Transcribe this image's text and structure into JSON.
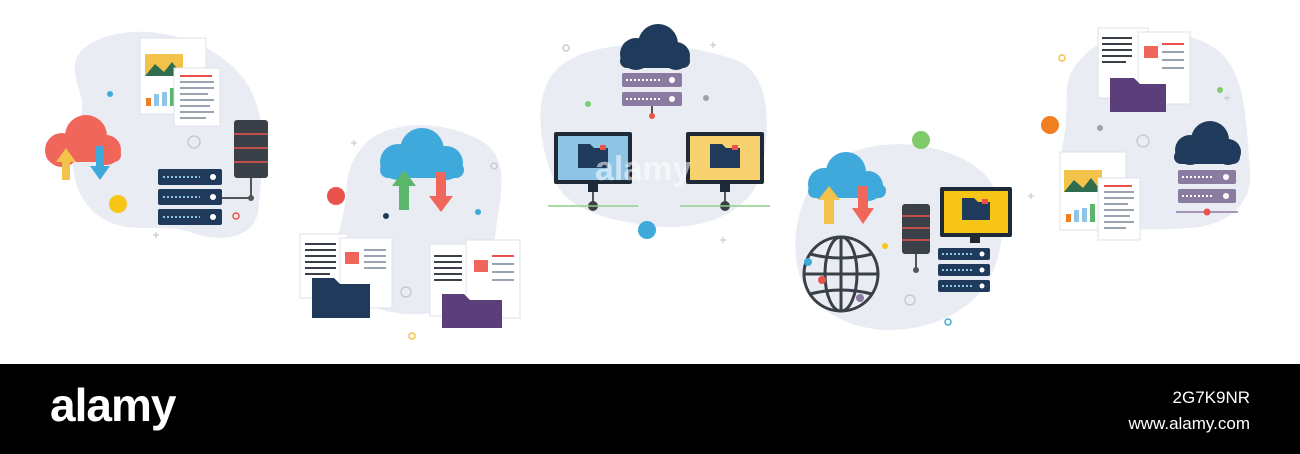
{
  "watermark": {
    "center_text": "alamy"
  },
  "footer": {
    "logo": "alamy",
    "image_id": "2G7K9NR",
    "site": "www.alamy.com"
  },
  "colors": {
    "blob": "#e9ecf3",
    "navy": "#1f3a5a",
    "cloud_red": "#f0665a",
    "cloud_blue": "#3fa9dc",
    "server_purple": "#8a7ba0",
    "folder_purple": "#5b3f7a",
    "monitor_blue": "#8ec5e6",
    "monitor_yellow": "#f7d070",
    "yellow_screen": "#f7c516",
    "arrow_yellow": "#f3c24a",
    "arrow_green": "#5bb56a",
    "dot_orange": "#f07f21",
    "dot_green": "#7fcb6a",
    "dot_red": "#e9534b"
  },
  "icons": [
    "cloud-upload-download-icon",
    "server-rack-icon",
    "document-report-icon",
    "folder-icon",
    "monitor-icon",
    "globe-icon",
    "network-icon"
  ]
}
